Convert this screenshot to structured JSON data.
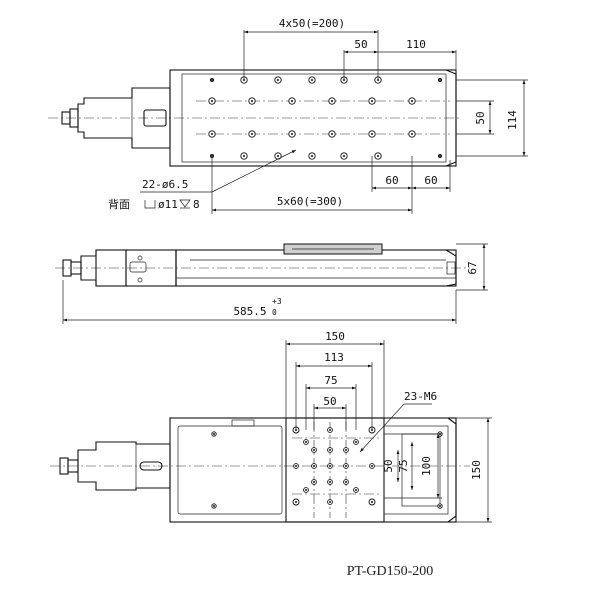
{
  "drawing": {
    "top_view": {
      "dim_pitch_total": "4x50(=200)",
      "dim_pitch": "50",
      "dim_offset": "110",
      "dim_hole_row": "50",
      "dim_width": "114",
      "dim_bottom_a": "60",
      "dim_bottom_b": "60",
      "dim_bottom_total": "5x60(=300)",
      "callout_holes": "22-ø6.5",
      "callout_back_prefix": "背面",
      "callout_back_value": "ø11",
      "callout_back_depth": "8"
    },
    "side_view": {
      "dim_height": "67",
      "dim_length": "585.5",
      "dim_length_tol_upper": "+3",
      "dim_length_tol_lower": "0"
    },
    "table_view": {
      "dim_150_top": "150",
      "dim_113": "113",
      "dim_75_top": "75",
      "dim_50_top": "50",
      "callout_threads": "23-M6",
      "dim_50_right": "50",
      "dim_75_right": "75",
      "dim_100_right": "100",
      "dim_150_right": "150"
    },
    "model_number": "PT-GD150-200"
  }
}
